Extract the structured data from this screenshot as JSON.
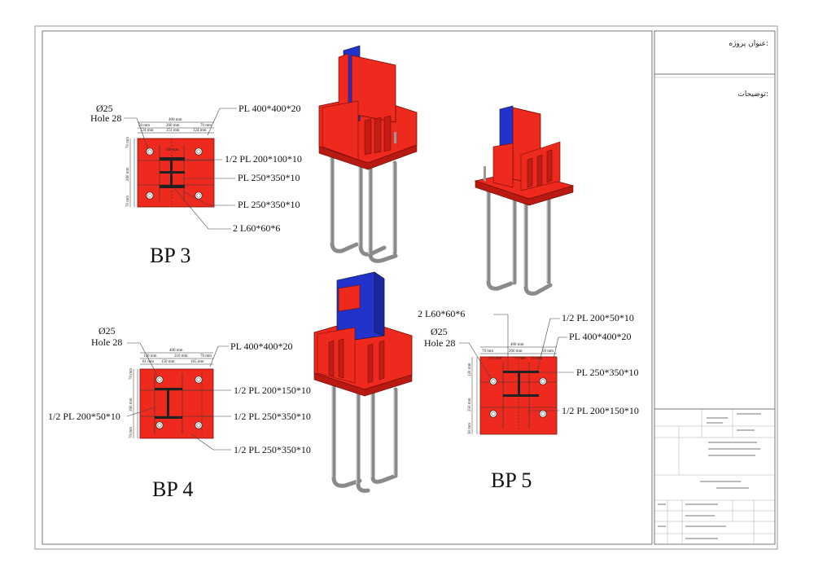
{
  "colors": {
    "plate": "#ee2a1f",
    "plate_dark": "#b81a12",
    "column": "#2233cc",
    "rod": "#9a9a9a",
    "frame": "#888888"
  },
  "title_block": {
    "project_title_label": "عنوان پروژه:",
    "notes_label": "توضیحات:"
  },
  "bp3": {
    "name": "BP 3",
    "hole_dia": "Ø25",
    "hole": "Hole 28",
    "dims": {
      "total": "400 mm",
      "top": [
        "50 mm",
        "260 mm",
        "70 mm"
      ],
      "inner": [
        "124 mm",
        "151 mm",
        "124 mm"
      ],
      "left": [
        "70 mm",
        "260 mm",
        "70 mm"
      ],
      "web": "100 mm"
    },
    "callouts": [
      "PL 400*400*20",
      "1/2 PL 200*100*10",
      "PL 250*350*10",
      "PL 250*350*10",
      "2 L60*60*6"
    ]
  },
  "bp4": {
    "name": "BP 4",
    "hole_dia": "Ø25",
    "hole": "Hole 28",
    "dims": {
      "total": "400 mm",
      "top": [
        "120 mm",
        "210 mm",
        "70 mm"
      ],
      "inner": [
        "81 mm",
        "150 mm",
        "165 mm"
      ],
      "left": [
        "70 mm",
        "260 mm",
        "70 mm"
      ]
    },
    "callouts": [
      "PL 400*400*20",
      "1/2 PL 200*150*10",
      "1/2 PL 200*50*10",
      "1/2 PL 250*350*10",
      "1/2 PL 250*350*10"
    ]
  },
  "bp5": {
    "name": "BP 5",
    "hole_dia": "Ø25",
    "hole": "Hole 28",
    "dims": {
      "total": "400 mm",
      "top": [
        "70 mm",
        "260 mm",
        "50 mm"
      ],
      "inner": [
        "115 mm",
        "70 mm",
        "25 mm"
      ],
      "left": [
        "120 mm",
        "250 mm",
        "30 mm"
      ]
    },
    "callouts": [
      "2 L60*60*6",
      "1/2 PL 200*50*10",
      "PL 400*400*20",
      "PL 250*350*10",
      "1/2 PL 200*150*10"
    ]
  }
}
